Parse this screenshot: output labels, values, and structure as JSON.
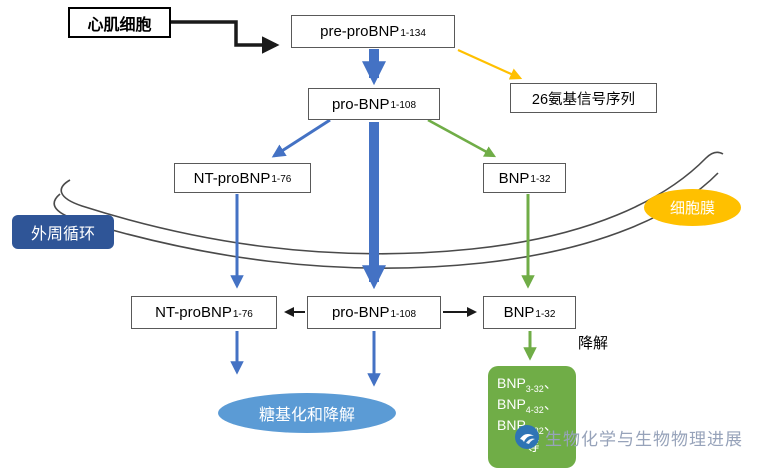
{
  "diagram": {
    "nodes": {
      "cardiomyocyte": {
        "label": "心肌细胞"
      },
      "pre_probnp": {
        "label": "pre-proBNP",
        "sub": "1-134"
      },
      "signal_sequence": {
        "label": "26氨基信号序列"
      },
      "pro_bnp_intracellular": {
        "label": "pro-BNP",
        "sub": "1-108"
      },
      "nt_probnp_intracellular": {
        "label": "NT-proBNP",
        "sub": "1-76"
      },
      "bnp_intracellular": {
        "label": "BNP",
        "sub": "1-32"
      },
      "membrane": {
        "label": "细胞膜"
      },
      "peripheral_circulation": {
        "label": "外周循环"
      },
      "nt_probnp_circulating": {
        "label": "NT-proBNP",
        "sub": "1-76"
      },
      "pro_bnp_circulating": {
        "label": "pro-BNP",
        "sub": "1-108"
      },
      "bnp_circulating": {
        "label": "BNP",
        "sub": "1-32"
      },
      "degradation_label": {
        "label": "降解"
      },
      "glycosylation": {
        "label": "糖基化和降解"
      },
      "bnp_fragments": {
        "items": [
          {
            "label": "BNP",
            "sub": "3-32",
            "sep": "、"
          },
          {
            "label": "BNP",
            "sub": "4-32",
            "sep": "、"
          },
          {
            "label": "BNP",
            "sub": "5-32",
            "sep": "、"
          }
        ],
        "suffix": "等"
      }
    },
    "watermark": {
      "label": "生物化学与生物物理进展"
    },
    "colors": {
      "blue_arrow": "#4472C4",
      "green_arrow": "#70AD47",
      "yellow_arrow": "#FFC000",
      "black_arrow": "#1a1a1a",
      "membrane_badge": "#FFC000",
      "peripheral_badge": "#2F5597",
      "glyco_ellipse": "#5B9BD5",
      "fragments_box": "#70AD47",
      "watermark_text": "#97A3BA"
    }
  }
}
